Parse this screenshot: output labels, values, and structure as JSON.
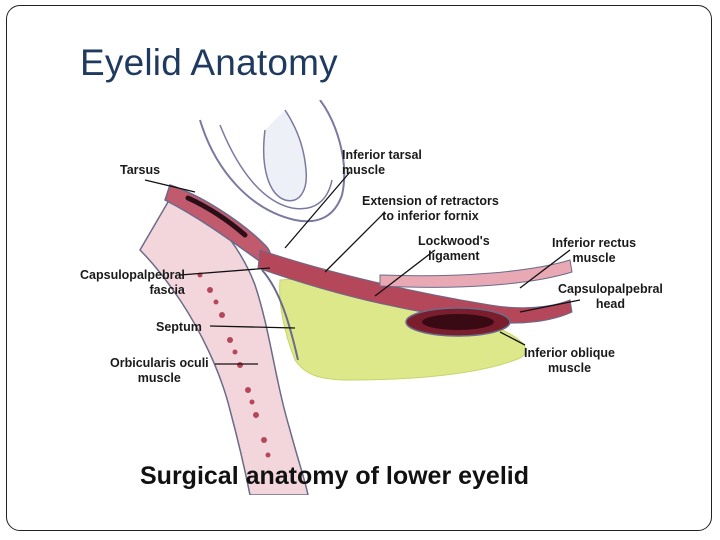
{
  "slide": {
    "title": "Eyelid Anatomy",
    "caption": "Surgical anatomy of lower eyelid"
  },
  "labels": {
    "tarsus": "Tarsus",
    "inferior_tarsal_muscle": "Inferior tarsal\nmuscle",
    "extension_retractors": "Extension of retractors\nto inferior fornix",
    "lockwoods_ligament": "Lockwood's\nligament",
    "inferior_rectus": "Inferior rectus\nmuscle",
    "capsulopalpebral_fascia": "Capsulopalpebral\nfascia",
    "capsulopalpebral_head": "Capsulopalpebral\nhead",
    "septum": "Septum",
    "inferior_oblique": "Inferior oblique\nmuscle",
    "orbicularis_oculi": "Orbicularis oculi\nmuscle"
  },
  "colors": {
    "title": "#1f3a5f",
    "fat": "#dde88a",
    "muscle": "#b5475a",
    "muscle_light": "#e8a9b4",
    "tissue": "#f3d6dc",
    "outline": "#6b6b8a"
  }
}
